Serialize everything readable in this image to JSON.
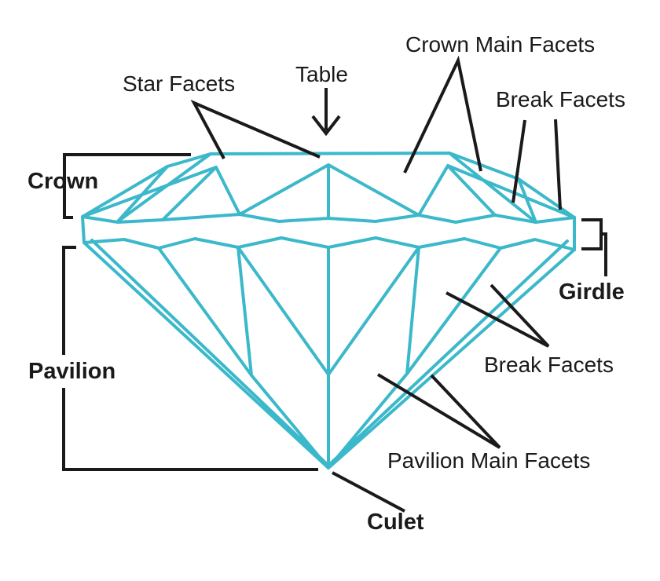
{
  "colors": {
    "accent": "#3bb8ca",
    "line": "#1a1a1a",
    "text": "#1a1a1a",
    "background": "#ffffff"
  },
  "labels": {
    "star_facets": "Star Facets",
    "table": "Table",
    "crown_main_facets": "Crown Main Facets",
    "break_facets_upper": "Break Facets",
    "crown": "Crown",
    "girdle": "Girdle",
    "break_facets_lower": "Break Facets",
    "pavilion": "Pavilion",
    "pavilion_main_facets": "Pavilion Main Facets",
    "culet": "Culet"
  }
}
